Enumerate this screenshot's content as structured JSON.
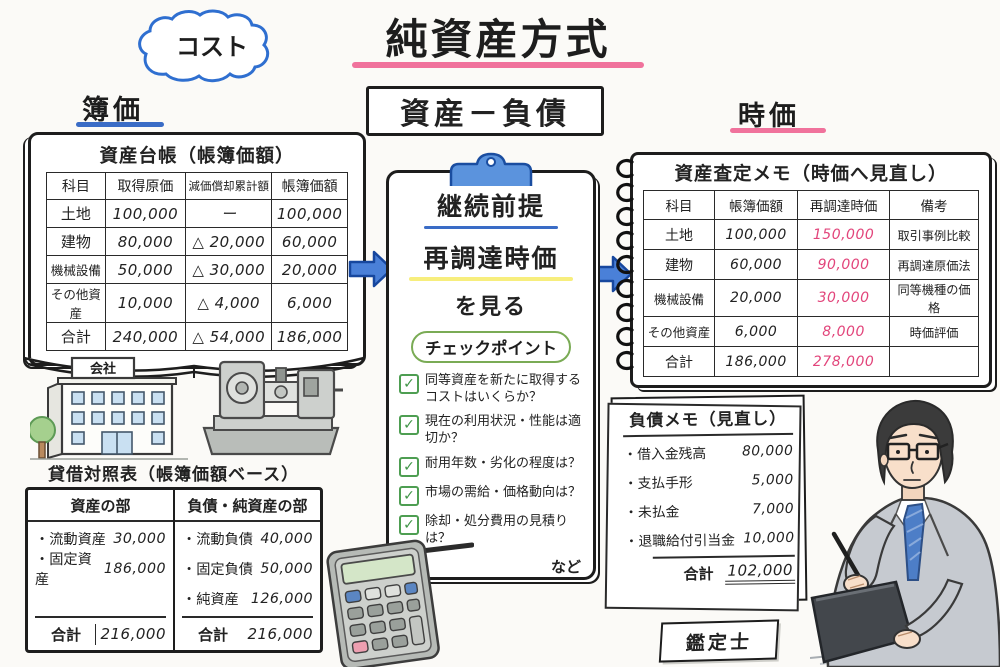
{
  "colors": {
    "accent_pink": "#e8457f",
    "accent_blue": "#2f63c5",
    "accent_green": "#55a357",
    "highlight_yellow": "#f7ee7d"
  },
  "header": {
    "title": "純資産方式",
    "formula": "資産－負債",
    "cost_bubble": "コスト",
    "book_value_label": "簿価",
    "market_value_label": "時価"
  },
  "asset_ledger": {
    "title": "資産台帳（帳簿価額）",
    "headers": [
      "科目",
      "取得原価",
      "減価償却累計額",
      "帳簿価額"
    ],
    "rows": [
      [
        "土地",
        "100,000",
        "ー",
        "100,000"
      ],
      [
        "建物",
        "80,000",
        "△ 20,000",
        "60,000"
      ],
      [
        "機械設備",
        "50,000",
        "△ 30,000",
        "20,000"
      ],
      [
        "その他資産",
        "10,000",
        "△ 4,000",
        "6,000"
      ],
      [
        "合計",
        "240,000",
        "△ 54,000",
        "186,000"
      ]
    ]
  },
  "clipboard": {
    "heading_premise": "継続前提",
    "heading_value": "再調達時価",
    "heading_suffix": "を見る",
    "checkpoint_label": "チェックポイント",
    "items": [
      "同等資産を新たに取得するコストはいくらか？",
      "現在の利用状況・性能は適切か？",
      "耐用年数・劣化の程度は？",
      "市場の需給・価格動向は？",
      "除却・処分費用の見積りは？"
    ],
    "etc_label": "など"
  },
  "appraisal_memo": {
    "title": "資産査定メモ（時価へ見直し）",
    "headers": [
      "科目",
      "帳簿価額",
      "再調達時価",
      "備考"
    ],
    "rows": [
      [
        "土地",
        "100,000",
        "150,000",
        "取引事例比較"
      ],
      [
        "建物",
        "60,000",
        "90,000",
        "再調達原価法"
      ],
      [
        "機械設備",
        "20,000",
        "30,000",
        "同等機種の価格"
      ],
      [
        "その他資産",
        "6,000",
        "8,000",
        "時価評価"
      ],
      [
        "合計",
        "186,000",
        "278,000",
        ""
      ]
    ]
  },
  "balance_sheet": {
    "title": "貸借対照表（帳簿価額ベース）",
    "assets": {
      "header": "資産の部",
      "rows": [
        [
          "・流動資産",
          "30,000"
        ],
        [
          "・固定資産",
          "186,000"
        ]
      ],
      "total_label": "合計",
      "total": "216,000"
    },
    "liabilities": {
      "header": "負債・純資産の部",
      "rows": [
        [
          "・流動負債",
          "40,000"
        ],
        [
          "・固定負債",
          "50,000"
        ],
        [
          "・純資産",
          "126,000"
        ]
      ],
      "total_label": "合計",
      "total": "216,000"
    }
  },
  "liability_memo": {
    "title": "負債メモ（見直し）",
    "rows": [
      [
        "・借入金残高",
        "80,000"
      ],
      [
        "・支払手形",
        "5,000"
      ],
      [
        "・未払金",
        "7,000"
      ],
      [
        "・退職給付引当金",
        "10,000"
      ]
    ],
    "total_label": "合計",
    "total": "102,000"
  },
  "footer": {
    "appraiser_label": "鑑定士",
    "company_sign": "会社"
  },
  "icons": {
    "check": "✓"
  }
}
